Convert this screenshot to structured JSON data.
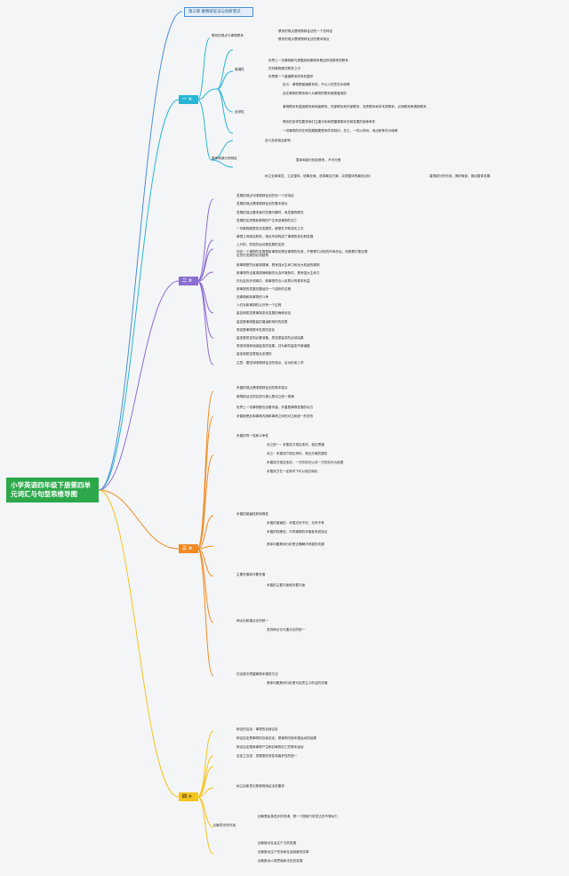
{
  "root": {
    "title": "小学英语四年级下册第四单元词汇与句型思维导图"
  },
  "header": {
    "title": "第三章 唯物辩证法与创新意识"
  },
  "branches": [
    {
      "label": "一 ①",
      "color": "#29b6d4"
    },
    {
      "label": "二 ②",
      "color": "#8a6fd2"
    },
    {
      "label": "三 ③",
      "color": "#f08a22"
    },
    {
      "label": "四 ④",
      "color": "#f3c51d"
    }
  ],
  "nodes_b1": [
    "联系的观点与事物联系",
    "联系的观点是唯物辩证法的一个总特征",
    "联系的观点是唯物辩证法的基本观点",
    "普遍性",
    "世界上一切事物都与周围其他事物有着这样或那样的联系",
    "任何事物都在联系之中",
    "世界是一个普遍联系的有机整体",
    "多样性",
    "定义：事物是普遍联系的，不以人的意志为转移",
    "自在事物的联系和人为事物的联系都是客观的",
    "事物联系有直接联系和间接联系、内部联系和外部联系、本质联系和非本质联系、必然联系和偶然联系",
    "联系的多样性要求我们注重分析和把握事物存在和发展的各种条件",
    "一切事物的存在和发展都要受条件的制约，总之，一切以时间、地点和条件为转移",
    "整体和部分的辩证",
    "含义及其相互影响",
    "整体和部分相互联系，不可分割",
    "树立全局观念，立足整体，统筹全局，选择最佳方案，实现整体的最优目标",
    "重视部分的作用，搞好局部，推动整体发展"
  ],
  "nodes_b2": [
    "发展的观点与唯物辩证法的另一个总特征",
    "发展的观点是唯物辩证法的基本观点",
    "发展的观点要求我们在看问题时，用发展的眼光",
    "发展的实质是新事物的产生和旧事物的灭亡",
    "一切事物都是变化发展的，都是在不断变化之中",
    "事物之间相互联系，相互作用构成了事物的变化和发展",
    "上升的、前进的运动是发展的实质",
    "判定一个事物的发展是新事物还是旧事物的标准，不是看它出现的时间先后，而是看它是否顺应历史发展的必然趋势",
    "新事物是符合客观规律，具有强大生命力和远大前途的事物",
    "新事物符合客观规律和新的社会环境条件，具有强大生命力",
    "在社会历史领域中，新事物符合人民群众的根本利益",
    "新事物的发展总要经历一个曲折的过程",
    "旧事物和新事物的斗争",
    "人们对新事物的认识有一个过程",
    "量变和质变是事物变化发展的两种状态",
    "量变是事物数量的增减和场所的变更",
    "质变是事物根本性质的变化",
    "量变是质变的必要准备，质变是量变的必然结果",
    "质变体现和巩固量变的成果，并为新的量变开辟道路",
    "量变和质变是相互渗透的",
    "注意：要坚持唯物辩证法的观点，反对形而上学"
  ],
  "nodes_b3": [
    "矛盾的观点是唯物辩证法的根本观点",
    "唯物辩证法的实质与核心是对立统一规律",
    "世界上一切事物都包含着矛盾，矛盾是事物发展的动力",
    "矛盾就是反映事物内部和事物之间的对立和统一的关系",
    "矛盾的同一性和斗争性",
    "对立统一：矛盾双方相互依存、相互贯通",
    "对立：矛盾双方相互排斥、相互分离的属性",
    "矛盾双方相互依存，一方的存在以另一方的存在为前提",
    "矛盾双方在一定条件下可以相互转化",
    "矛盾的普遍性和特殊性",
    "矛盾的普遍性：矛盾无处不在、无时不有",
    "矛盾的特殊性：不同事物的矛盾各有其特点",
    "具体问题具体分析是正确解决矛盾的关键",
    "主要矛盾和次要矛盾",
    "矛盾的主要方面和次要方面",
    "两点论和重点论的统一",
    "坚持两点论与重点论的统一",
    "在实践中把握事物矛盾的方法",
    "具体问题具体分析是马克思主义的活的灵魂"
  ],
  "nodes_b4": [
    "辩证的否定：事物的自我否定",
    "辩证否定是事物的自我否定，是事物内部矛盾运动的结果",
    "辩证否定是新事物产生和旧事物灭亡的根本途径",
    "否定之否定：发展是前进性和曲折性的统一",
    "树立创新意识是唯物辩证法的要求",
    "创新意识的作用",
    "创新是民族进步的灵魂，是一个国家兴旺发达的不竭动力",
    "创新推动社会生产力的发展",
    "创新推动生产关系和社会制度的变革",
    "创新推动人类思维和文化的发展"
  ]
}
